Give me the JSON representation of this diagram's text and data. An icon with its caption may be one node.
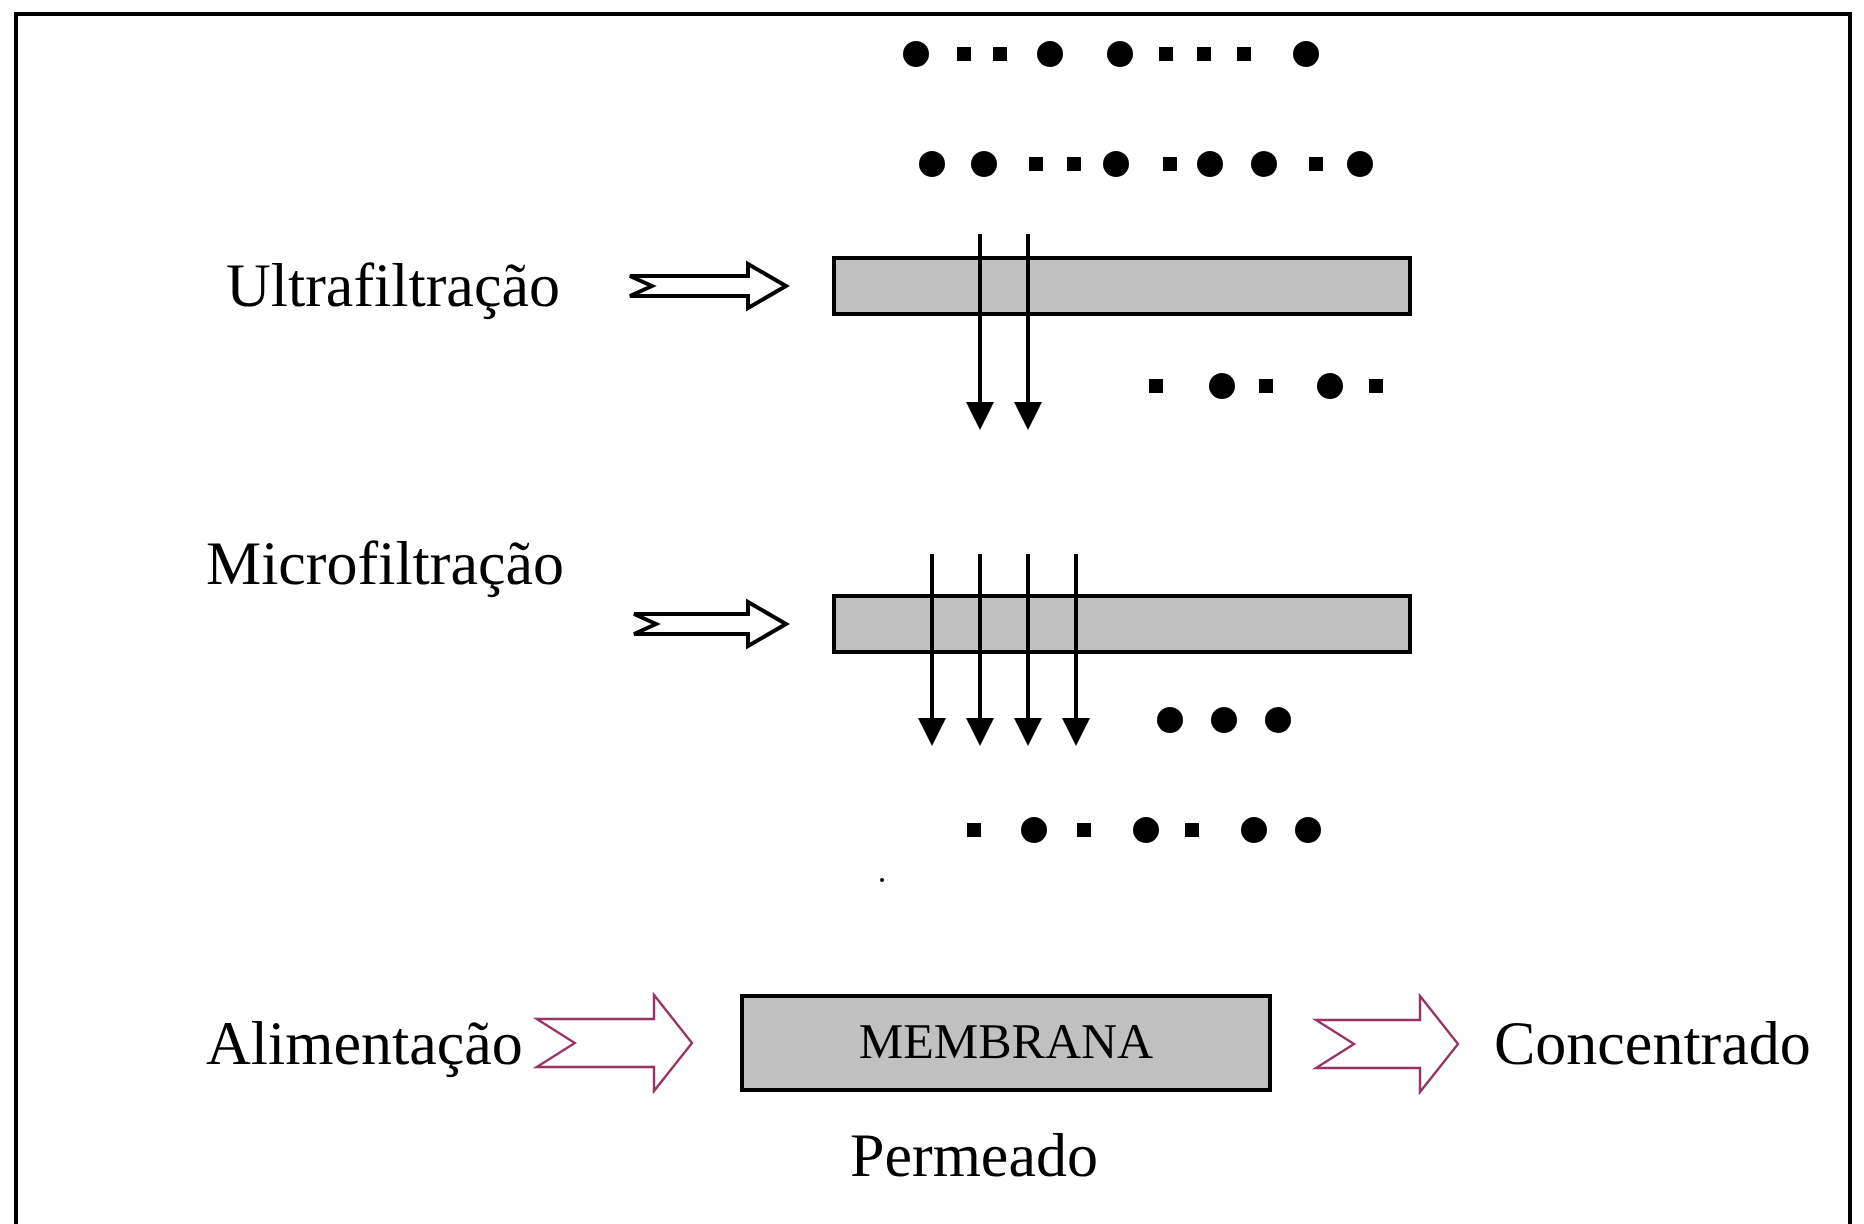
{
  "diagram": {
    "nodes": [
      {
        "text": [
          "Ultrafiltração"
        ]
      },
      {
        "text": [],
        "shape": "bar"
      },
      {
        "text": [
          "Microfiltração"
        ]
      },
      {
        "text": [],
        "shape": "bar"
      },
      {
        "text": [
          "Alimentação"
        ]
      },
      {
        "text": [
          "MEMBRANA"
        ],
        "beside": [
          "Permeado"
        ]
      },
      {
        "text": [
          "Concentrado"
        ]
      }
    ],
    "edges": [
      {
        "from": 0,
        "to": 1,
        "arrow": "to"
      },
      {
        "from": 2,
        "to": 3,
        "arrow": "to"
      },
      {
        "from": 4,
        "to": 5,
        "arrow": "to",
        "color": "#993366"
      },
      {
        "from": 5,
        "to": 6,
        "arrow": "to",
        "color": "#993366"
      }
    ]
  }
}
